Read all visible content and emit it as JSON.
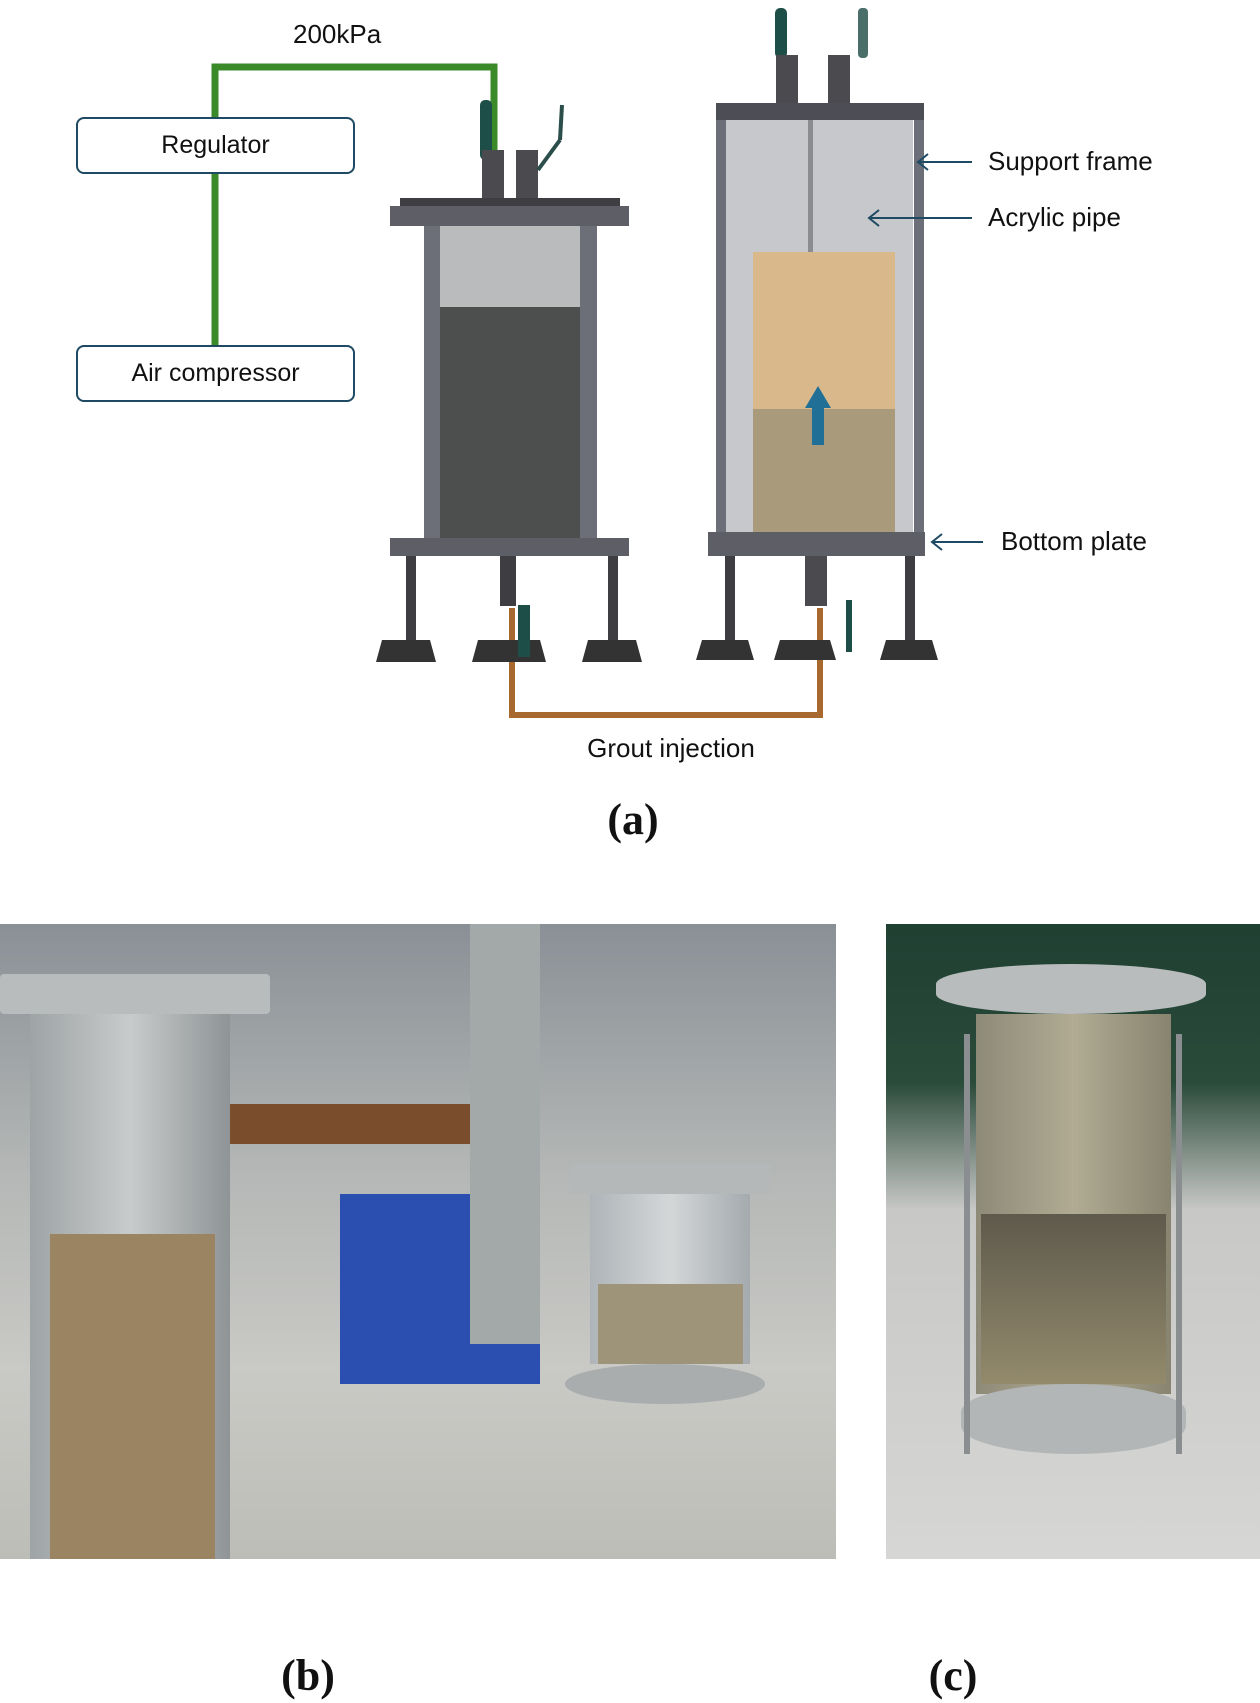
{
  "panel_a": {
    "pressure_label": "200kPa",
    "regulator_label": "Regulator",
    "air_compressor_label": "Air compressor",
    "support_frame_label": "Support frame",
    "acrylic_pipe_label": "Acrylic pipe",
    "bottom_plate_label": "Bottom plate",
    "grout_injection_label": "Grout injection",
    "caption": "(a)",
    "colors": {
      "air_line": "#3b8a2a",
      "grout_line": "#a8692f",
      "box_border": "#1e4a63",
      "flow_arrow": "#1f6f97"
    }
  },
  "panel_b": {
    "caption": "(b)"
  },
  "panel_c": {
    "caption": "(c)"
  }
}
